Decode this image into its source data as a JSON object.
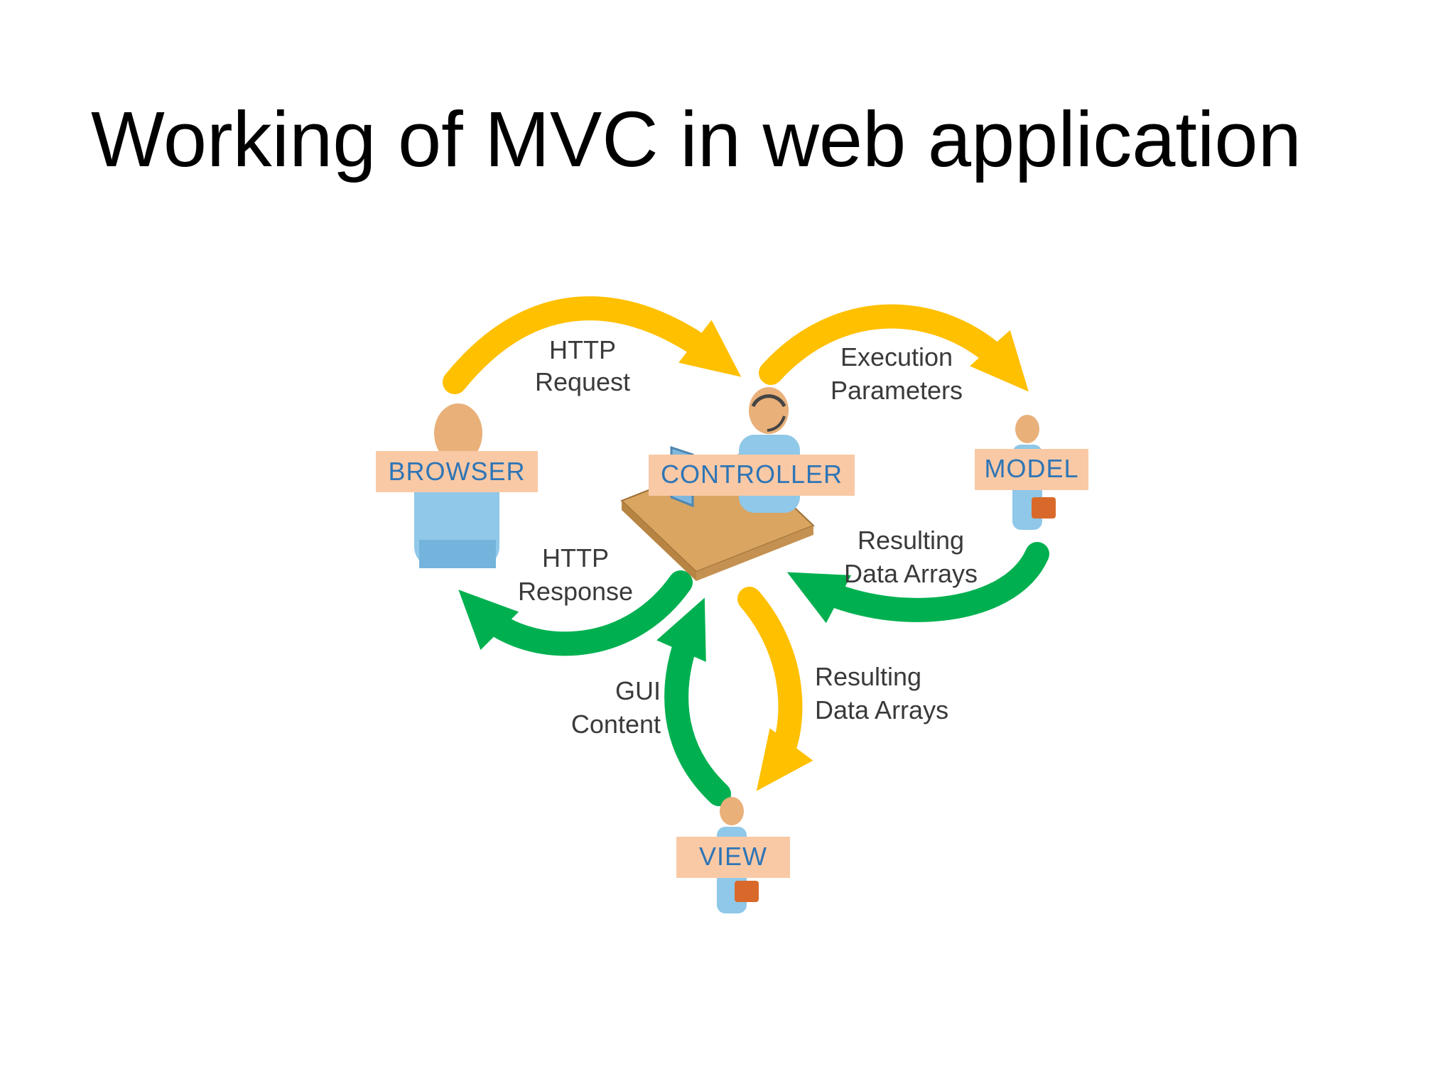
{
  "slide": {
    "title": "Working of MVC in web application"
  },
  "colors": {
    "request_arrow": "#ffc000",
    "response_arrow": "#00b050",
    "label_box_fill": "#f9c9a5",
    "label_box_text": "#2e75b6",
    "person_skin": "#e9b07a",
    "person_body": "#8fc8e8",
    "briefcase": "#d9692b",
    "desk": "#d9a561"
  },
  "nodes": {
    "browser": {
      "label": "BROWSER",
      "icon": "person-icon"
    },
    "controller": {
      "label": "CONTROLLER",
      "icon": "person-at-desk-with-headset-icon"
    },
    "model": {
      "label": "MODEL",
      "icon": "person-with-briefcase-icon"
    },
    "view": {
      "label": "VIEW",
      "icon": "person-with-briefcase-icon"
    }
  },
  "flows": {
    "http_request": {
      "line1": "HTTP",
      "line2": "Request",
      "from": "BROWSER",
      "to": "CONTROLLER",
      "color": "#ffc000"
    },
    "execution_parameters": {
      "line1": "Execution",
      "line2": "Parameters",
      "from": "CONTROLLER",
      "to": "MODEL",
      "color": "#ffc000"
    },
    "model_results": {
      "line1": "Resulting",
      "line2": "Data Arrays",
      "from": "MODEL",
      "to": "CONTROLLER",
      "color": "#00b050"
    },
    "http_response": {
      "line1": "HTTP",
      "line2": "Response",
      "from": "CONTROLLER",
      "to": "BROWSER",
      "color": "#00b050"
    },
    "view_data": {
      "line1": "Resulting",
      "line2": "Data Arrays",
      "from": "CONTROLLER",
      "to": "VIEW",
      "color": "#ffc000"
    },
    "gui_content": {
      "line1": "GUI",
      "line2": "Content",
      "from": "VIEW",
      "to": "CONTROLLER",
      "color": "#00b050"
    }
  }
}
